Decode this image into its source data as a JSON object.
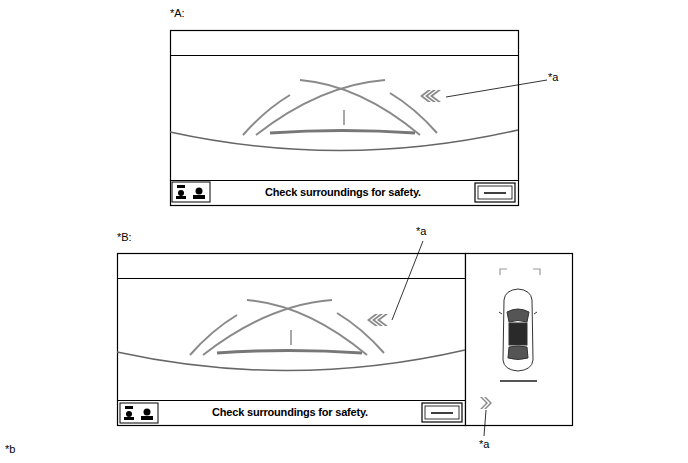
{
  "diagram": {
    "labels": [
      "*A:",
      "*a",
      "Check surroundings for safety.",
      "*B:",
      "*a",
      "Check surroundings for safety.",
      "*a",
      "*b"
    ]
  }
}
